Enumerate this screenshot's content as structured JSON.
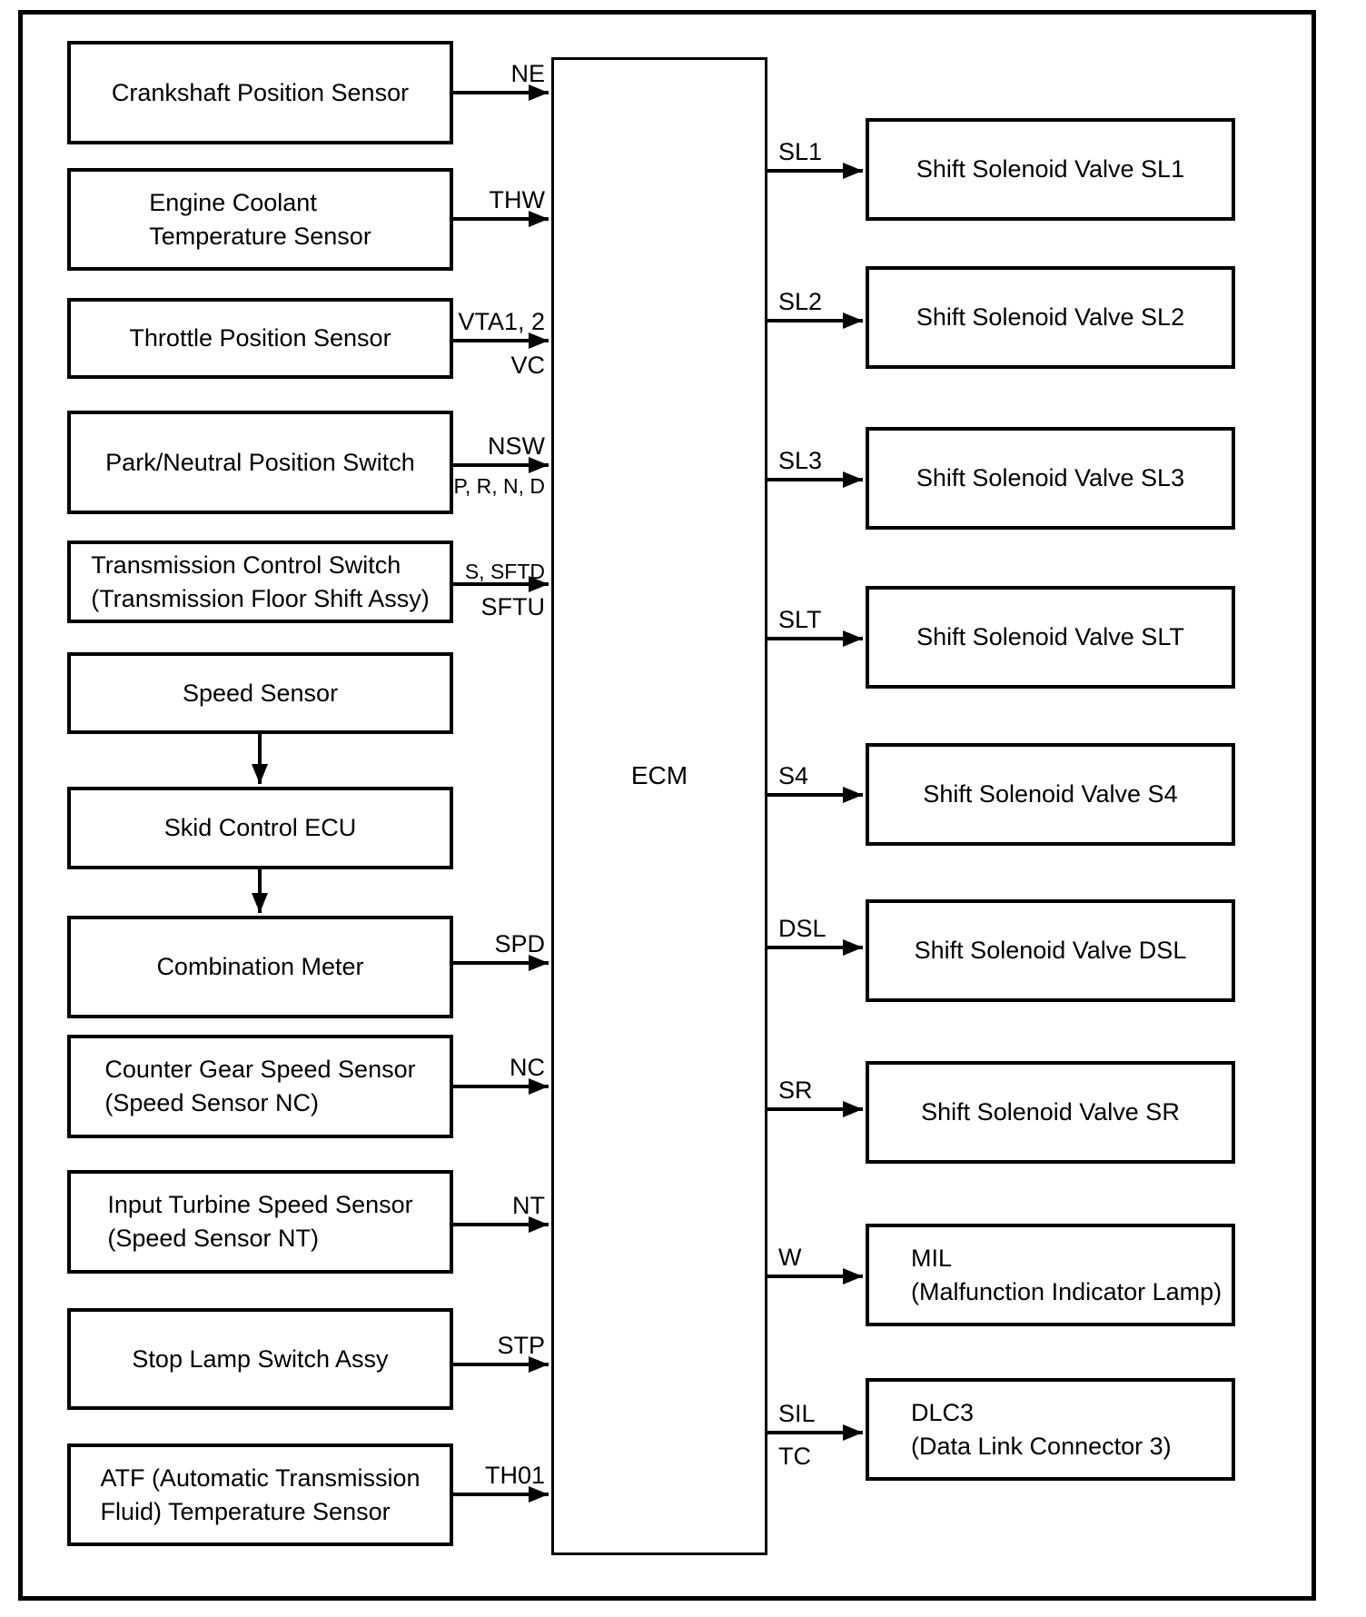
{
  "colors": {
    "line": "#000000",
    "bg": "#ffffff"
  },
  "ecm": {
    "label": "ECM"
  },
  "left_nodes": [
    {
      "label": "Crankshaft Position Sensor",
      "signal": "NE"
    },
    {
      "label": "Engine Coolant\nTemperature Sensor",
      "signal": "THW"
    },
    {
      "label": "Throttle Position Sensor",
      "signal": "VTA1, 2",
      "signal_below": "VC"
    },
    {
      "label": "Park/Neutral Position Switch",
      "signal": "NSW",
      "signal_below": "P, R, N, D"
    },
    {
      "label": "Transmission Control Switch\n(Transmission Floor Shift Assy)",
      "signal": "S, SFTD",
      "signal_below": "SFTU"
    },
    {
      "label": "Speed Sensor"
    },
    {
      "label": "Skid Control ECU"
    },
    {
      "label": "Combination Meter",
      "signal": "SPD"
    },
    {
      "label": "Counter Gear Speed Sensor\n(Speed Sensor NC)",
      "signal": "NC"
    },
    {
      "label": "Input Turbine Speed Sensor\n(Speed Sensor NT)",
      "signal": "NT"
    },
    {
      "label": "Stop Lamp Switch Assy",
      "signal": "STP"
    },
    {
      "label": "ATF (Automatic Transmission\nFluid) Temperature Sensor",
      "signal": "TH01"
    }
  ],
  "right_nodes": [
    {
      "label": "Shift Solenoid Valve SL1",
      "signal": "SL1"
    },
    {
      "label": "Shift Solenoid Valve SL2",
      "signal": "SL2"
    },
    {
      "label": "Shift Solenoid Valve SL3",
      "signal": "SL3"
    },
    {
      "label": "Shift Solenoid Valve SLT",
      "signal": "SLT"
    },
    {
      "label": "Shift Solenoid Valve S4",
      "signal": "S4"
    },
    {
      "label": "Shift Solenoid Valve DSL",
      "signal": "DSL"
    },
    {
      "label": "Shift Solenoid Valve SR",
      "signal": "SR"
    },
    {
      "label": "MIL\n(Malfunction Indicator Lamp)",
      "signal": "W"
    },
    {
      "label": "DLC3\n(Data Link Connector 3)",
      "signal": "SIL",
      "signal_below": "TC"
    }
  ]
}
